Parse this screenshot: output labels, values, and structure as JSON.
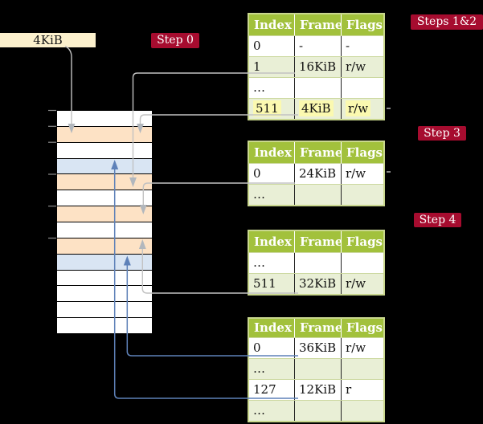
{
  "diagram": {
    "page_label": "4KiB",
    "badges": [
      {
        "label": "Step 0"
      },
      {
        "label": "Steps 1&2"
      },
      {
        "label": "Step 3"
      },
      {
        "label": "Step 4"
      }
    ],
    "memory": {
      "rows": [
        "white",
        "orange",
        "white",
        "blue",
        "orange",
        "white",
        "orange",
        "white",
        "orange",
        "blue",
        "white",
        "white",
        "white",
        "white"
      ]
    },
    "tables": [
      {
        "name": "table-steps12",
        "header": [
          "Index",
          "Frame",
          "Flags"
        ],
        "rows": [
          [
            "0",
            "-",
            "-"
          ],
          [
            "1",
            "16KiB",
            "r/w"
          ],
          [
            "…",
            "",
            ""
          ],
          [
            "511",
            "4KiB",
            "r/w"
          ]
        ],
        "highlighted_row": "511"
      },
      {
        "name": "table-step3",
        "header": [
          "Index",
          "Frame",
          "Flags"
        ],
        "rows": [
          [
            "0",
            "24KiB",
            "r/w"
          ],
          [
            "…",
            "",
            ""
          ]
        ]
      },
      {
        "name": "table-step4-upper",
        "header": [
          "Index",
          "Frame",
          "Flags"
        ],
        "rows": [
          [
            "…",
            "",
            ""
          ],
          [
            "511",
            "32KiB",
            "r/w"
          ]
        ]
      },
      {
        "name": "table-step4-lower",
        "header": [
          "Index",
          "Frame",
          "Flags"
        ],
        "rows": [
          [
            "0",
            "36KiB",
            "r/w"
          ],
          [
            "…",
            "",
            ""
          ],
          [
            "127",
            "12KiB",
            "r"
          ],
          [
            "…",
            "",
            ""
          ]
        ]
      }
    ],
    "connections": [
      {
        "from": "page-size-label",
        "to": "memory-row-2",
        "color": "gray",
        "direction": "down"
      },
      {
        "from": "table-steps12 row 1",
        "to": "memory-row-5",
        "color": "gray",
        "direction": "down"
      },
      {
        "from": "table-steps12 row 511",
        "to": "memory-row-2",
        "color": "gray",
        "direction": "down"
      },
      {
        "from": "table-step3 row 0",
        "to": "memory-row-7",
        "color": "gray",
        "direction": "down"
      },
      {
        "from": "table-step4-upper row 511",
        "to": "memory-row-9",
        "color": "gray",
        "direction": "up"
      },
      {
        "from": "table-step4-lower row 0",
        "to": "memory-row-10",
        "color": "blue",
        "direction": "up"
      },
      {
        "from": "table-step4-lower row 127",
        "to": "memory-row-4",
        "color": "blue",
        "direction": "up"
      }
    ],
    "colors": {
      "background": "#000000",
      "badge_red": "#a60c2f",
      "header_green": "#a2c13c",
      "row_green": "#e9efd6",
      "table_border_green": "#c9d78e",
      "highlight_yellow": "#fbf9b0",
      "label_yellow": "#fcf1cd",
      "memory_orange": "#fde2c5",
      "memory_blue": "#d9e5f3",
      "connector_gray": "#c2c2c2",
      "connector_blue": "#5e81b8"
    }
  }
}
